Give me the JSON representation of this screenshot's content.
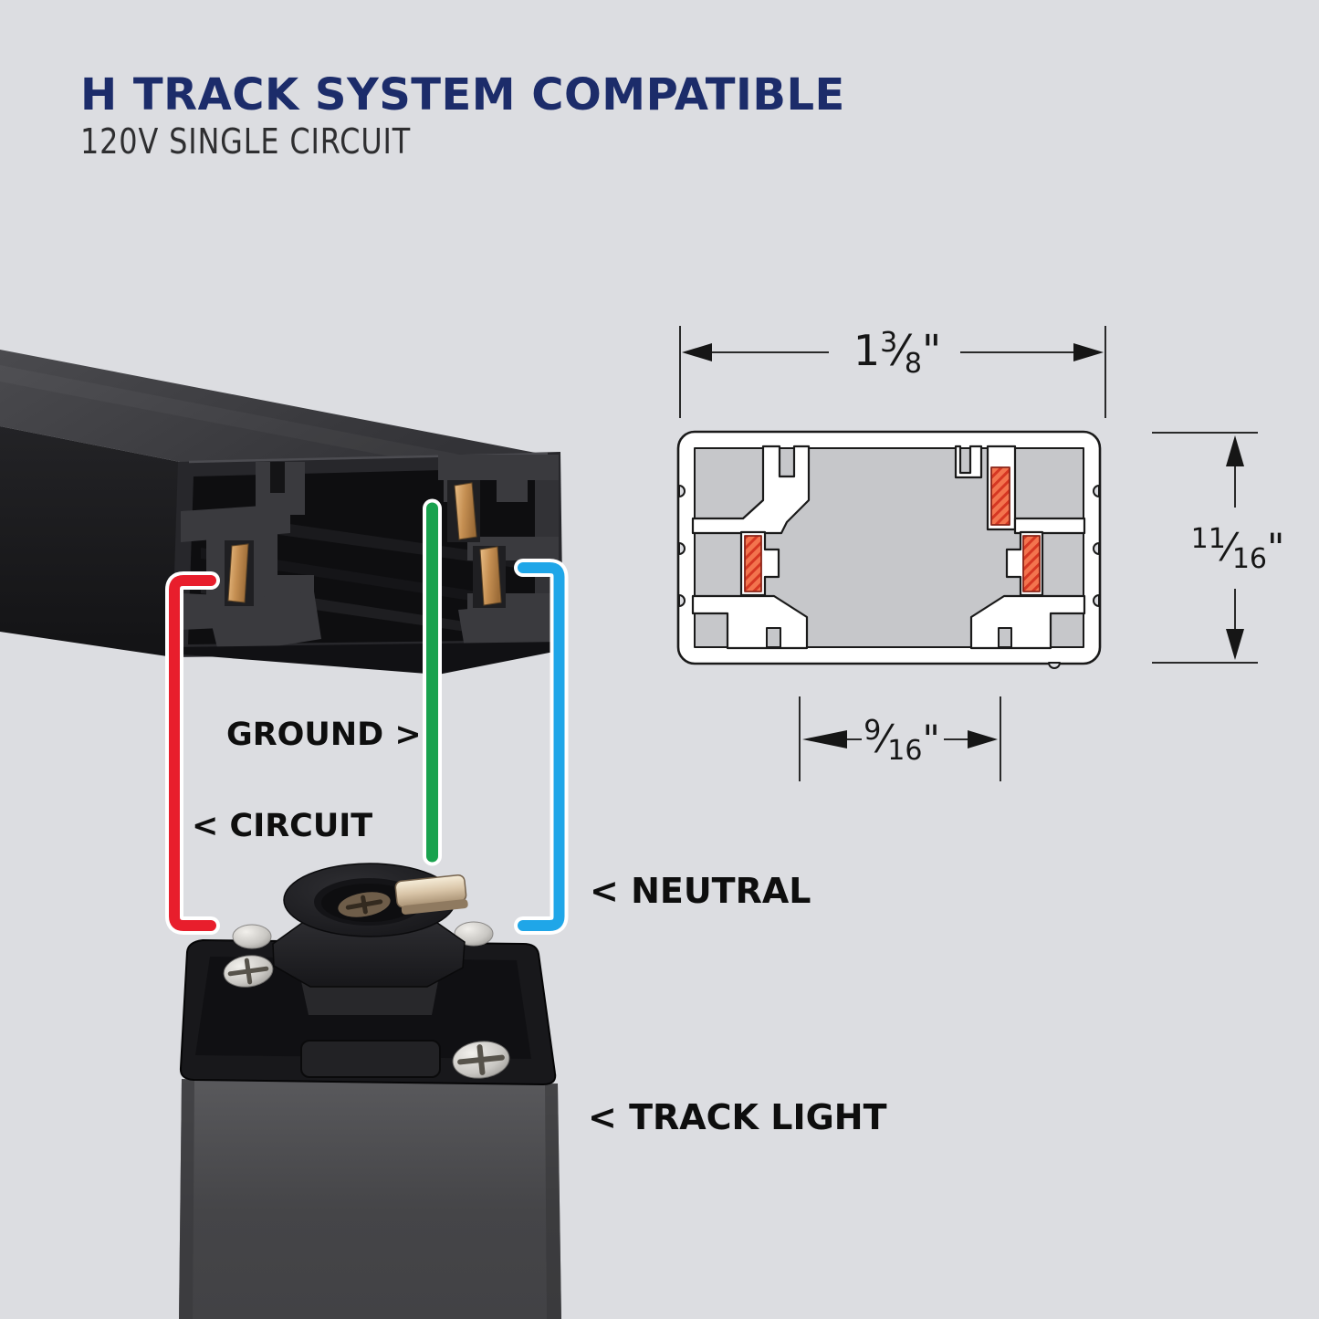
{
  "header": {
    "title": "H TRACK SYSTEM COMPATIBLE",
    "subtitle": "120V SINGLE CIRCUIT"
  },
  "wiring_labels": {
    "ground": "GROUND >",
    "circuit": "< CIRCUIT",
    "neutral": "< NEUTRAL",
    "track_light": "< TRACK LIGHT"
  },
  "dimensions": {
    "slash": "⁄",
    "width": {
      "whole": "1",
      "numerator": "3",
      "denominator": "8",
      "unit": "\""
    },
    "height": {
      "numerator": "11",
      "denominator": "16",
      "unit": "\""
    },
    "slot": {
      "numerator": "9",
      "denominator": "16",
      "unit": "\""
    }
  },
  "colors": {
    "background": "#dcdde1",
    "title": "#1c2c6a",
    "subtitle": "#2e2e30",
    "label": "#0e0e0e",
    "ground-line": "#19a24e",
    "circuit-line": "#e81e2c",
    "neutral-line": "#1fa6e8",
    "conductor": "#f3744e",
    "conductor-hatch": "#d63723",
    "outline": "#1a1a1a",
    "section-gray": "#c6c7ca"
  }
}
